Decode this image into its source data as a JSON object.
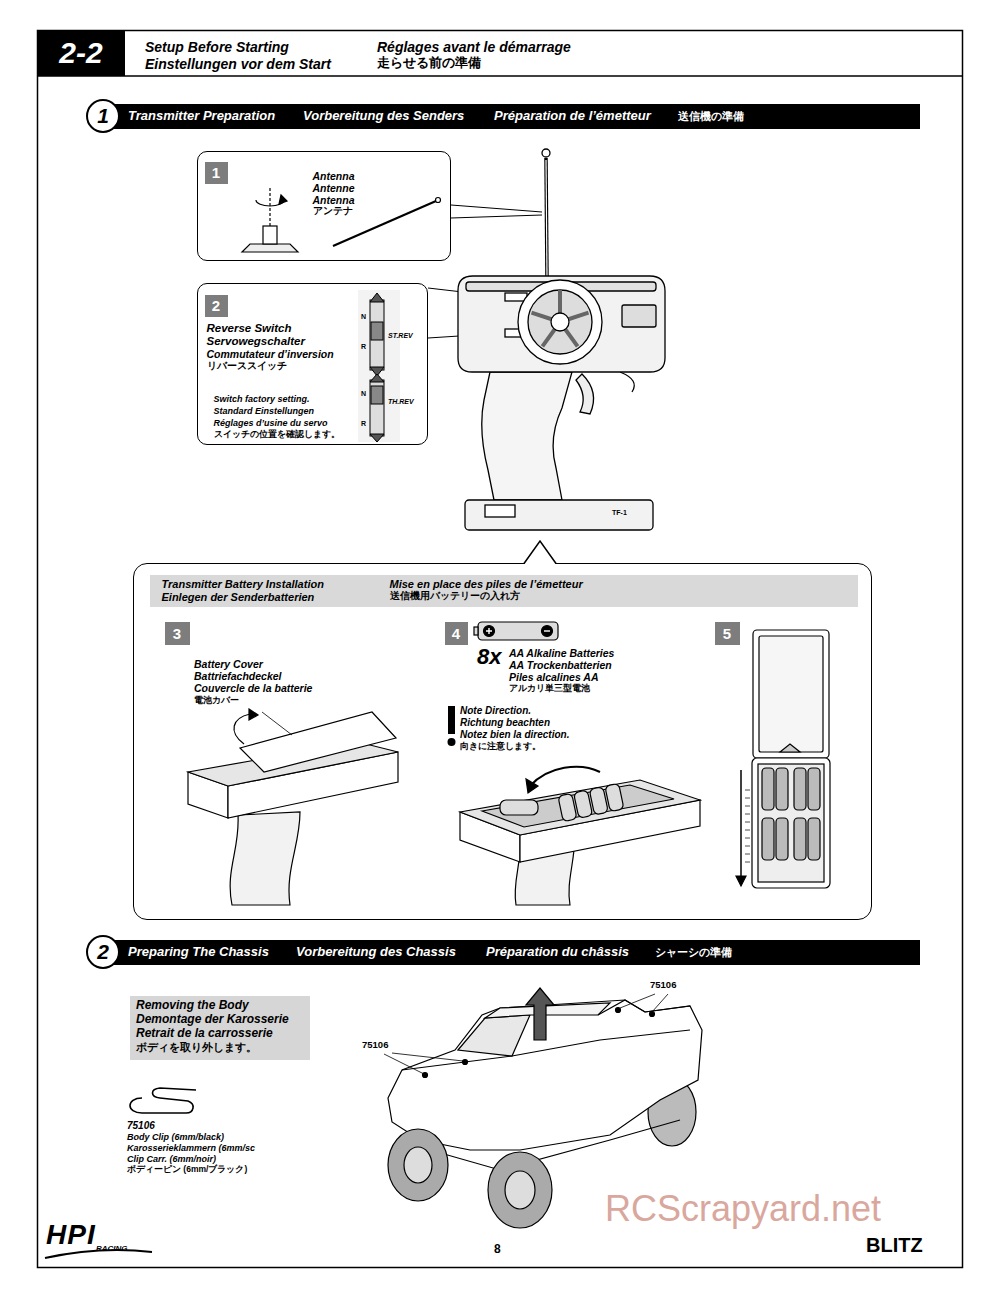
{
  "diagram": {
    "nodes": [
      {
        "text": [
          "2-2",
          "Setup Before Starting",
          "Einstellungen vor dem Start",
          "Réglages avant le démarrage",
          "走らせる前の準備"
        ]
      },
      {
        "text": [
          "1",
          "Transmitter Preparation",
          "Vorbereitung des Senders",
          "Préparation de l’émetteur",
          "送信機の準備"
        ]
      },
      {
        "text": [
          "Antenna",
          "Antenne",
          "Antenna",
          "アンテナ"
        ]
      },
      {
        "text": [
          "1"
        ],
        "in": 2
      },
      {
        "text": [
          "Reverse Switch",
          "Servowegschalter",
          "Commutateur d’inversion",
          "リバーススイッチ",
          "Switch factory setting.",
          "Standard Einstellungen",
          "Réglages d’usine du servo",
          "スイッチの位置を確認します。"
        ]
      },
      {
        "text": [
          "2"
        ],
        "in": 4
      },
      {
        "text": [
          "Transmitter Battery Installation",
          "Einlegen der Senderbatterien",
          "Mise en place des piles de l’émetteur",
          "送信機用バッテリーの入れ方"
        ]
      },
      {
        "text": [
          "3"
        ],
        "in": 6
      },
      {
        "text": [
          "4"
        ],
        "in": 6
      },
      {
        "text": [
          "5"
        ],
        "in": 6
      },
      {
        "text": [
          "2",
          "Preparing The Chassis",
          "Vorbereitung des Chassis",
          "Préparation du châssis",
          "シャーシの準備"
        ]
      },
      {
        "text": [
          "Removing the Body",
          "Demontage der Karosserie",
          "Retrait de la carrosserie",
          "ボディを取り外します。"
        ]
      }
    ],
    "labels": [
      "N",
      "R",
      "ST.REV",
      "N",
      "R",
      "TH.REV",
      "TF-1",
      "Battery Cover",
      "Battriefachdeckel",
      "Couvercle de la batterie",
      "電池カバー",
      "8x",
      "AA Alkaline Batteries",
      "AA Trockenbatterien",
      "Piles alcalines AA",
      "アルカリ単三型電池",
      "Note Direction.",
      "Richtung beachten",
      "Notez bien la direction.",
      "向きに注意します。",
      "75106",
      "75106",
      "75106",
      "Body Clip (6mm/black)",
      "Karosserieklammern (6mm/sc",
      "Clip Carr. (6mm/noir)",
      "ボディーピン (6mm/ブラック)",
      "HPI",
      "RACING",
      "8",
      "BLITZ",
      "RCScrapyard.net"
    ]
  }
}
